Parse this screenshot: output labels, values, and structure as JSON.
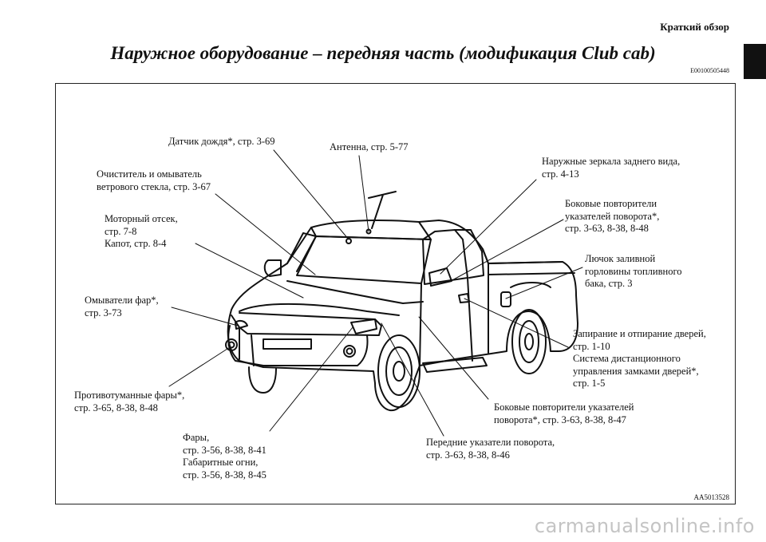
{
  "header": {
    "section": "Краткий обзор",
    "title": "Наружное оборудование – передняя часть (модификация Club cab)",
    "doc_code": "E00100505448"
  },
  "callouts": {
    "rain_sensor": "Датчик дождя*, стр. 3-69",
    "antenna": "Антенна, стр. 5-77",
    "mirrors": "Наружные зеркала заднего вида,\nстр. 4-13",
    "wiper_washer": "Очиститель и омыватель\nветрового стекла, стр. 3-67",
    "side_repeaters_top": "Боковые повторители\nуказателей поворота*,\nстр. 3-63, 8-38, 8-48",
    "engine_bay": "Моторный отсек,\nстр. 7-8\nКапот, стр. 8-4",
    "fuel_lid": "Лючок заливной\nгорловины топливного\nбака, стр. 3",
    "headlamp_washers": "Омыватели фар*,\nстр. 3-73",
    "door_locking": "Запирание и отпирание дверей,\nстр. 1-10\nСистема дистанционного\nуправления замками дверей*,\nстр. 1-5",
    "fog_lamps": "Противотуманные фары*,\nстр. 3-65, 8-38, 8-48",
    "side_repeaters_bottom": "Боковые повторители указателей\nповорота*, стр. 3-63, 8-38, 8-47",
    "headlamps": "Фары,\nстр. 3-56, 8-38, 8-41\nГабаритные огни,\nстр. 3-56, 8-38, 8-45",
    "front_turn": "Передние указатели поворота,\nстр. 3-63, 8-38, 8-46"
  },
  "figure_code": "AA5013528",
  "watermark": "carmanualsonline.info"
}
